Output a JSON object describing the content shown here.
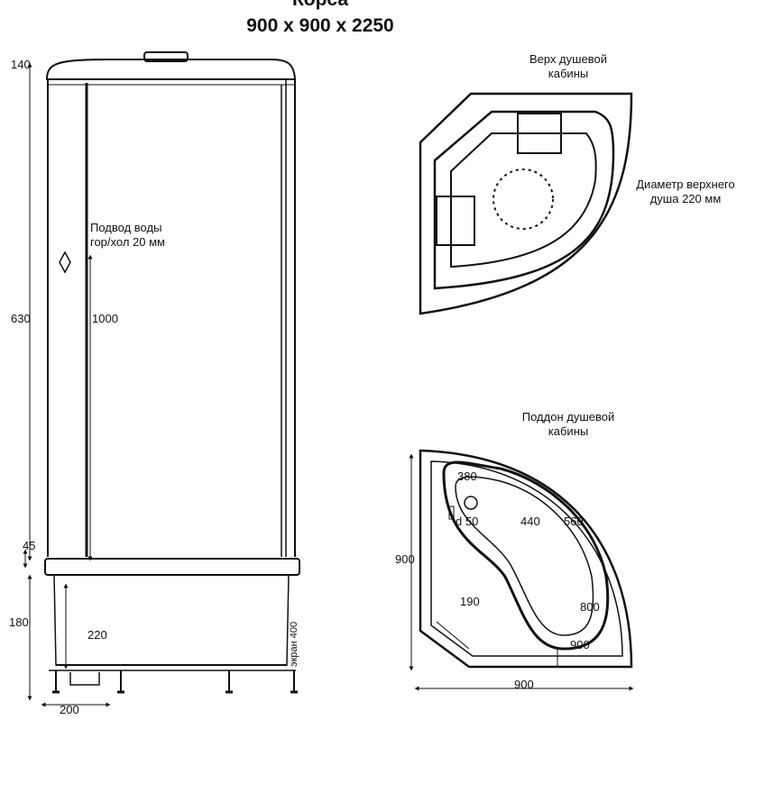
{
  "title": {
    "line1": "Корса",
    "line2": "900 x 900 x 2250"
  },
  "side_view": {
    "dim_top": "140",
    "dim_middle": "630",
    "dim_45": "45",
    "dim_bottom": "180",
    "dim_base": "200",
    "inner_height": "1000",
    "tray_depth": "220",
    "water_supply_label": "Подвод воды\nгор/хол 20 мм",
    "screen_label": "экран 400"
  },
  "top_view": {
    "caption": "Верх душевой\nкабины",
    "shower_diameter_label": "Диаметр верхнего\nдуша 220 мм"
  },
  "floor_view": {
    "caption": "Поддон душевой\nкабины",
    "dims": {
      "d380": "380",
      "d50": "d 50",
      "d440": "440",
      "d560": "560",
      "d190": "190",
      "d800": "800",
      "d900_inner": "900",
      "d900_left": "900",
      "d900_bottom": "900"
    }
  }
}
